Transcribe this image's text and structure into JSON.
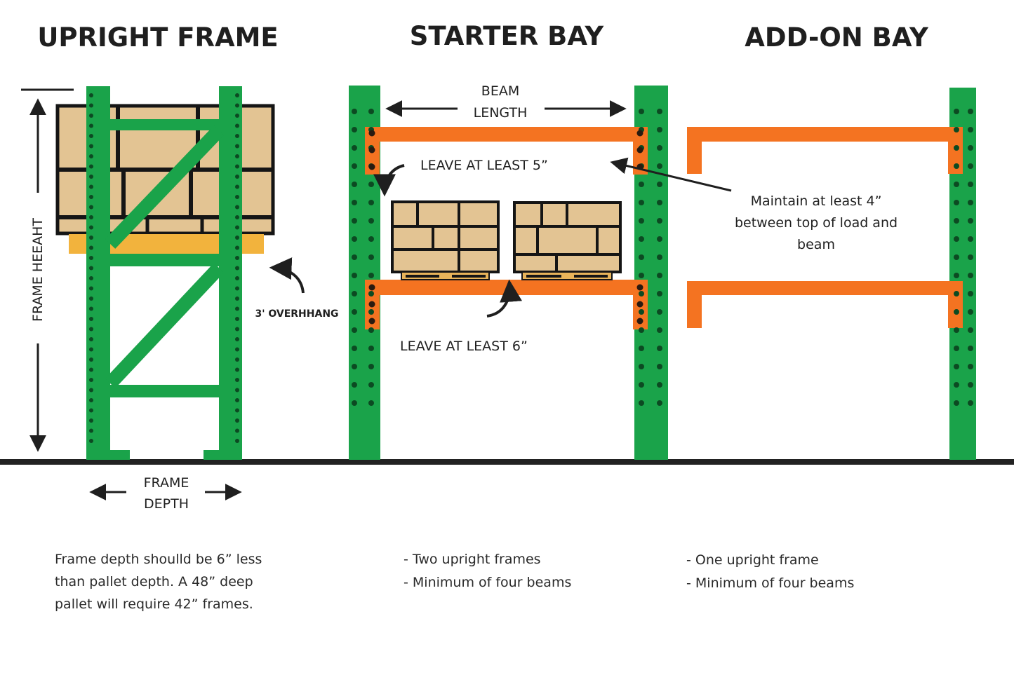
{
  "titles": {
    "upright_frame": "UPRIGHT FRAME",
    "starter_bay": "STARTER BAY",
    "add_on_bay": "ADD-ON BAY"
  },
  "labels": {
    "frame_height": "FRAME HEEAHT",
    "overhang": "3' OVERHHANG",
    "frame_depth_line1": "FRAME",
    "frame_depth_line2": "DEPTH",
    "beam_length_line1": "BEAM",
    "beam_length_line2": "LENGTH",
    "leave_5": "LEAVE AT LEAST 5”",
    "leave_6": "LEAVE AT LEAST 6”",
    "maintain_line1": "Maintain at least 4”",
    "maintain_line2": "between top of load and",
    "maintain_line3": "beam"
  },
  "descriptions": {
    "upright_frame": [
      "Frame depth shoulld be 6” less",
      "than pallet depth. A 48” deep",
      "pallet will require 42” frames."
    ],
    "starter_bay": [
      "- Two upright frames",
      "- Minimum of four beams"
    ],
    "add_on_bay": [
      "- One upright frame",
      "- Minimum of four beams"
    ]
  },
  "colors": {
    "upright_green": "#1aa34a",
    "beam_orange": "#f47321",
    "box_tan": "#e3c493",
    "pallet_yellow": "#f2b33d",
    "outline": "#151515",
    "floor": "#222222"
  }
}
